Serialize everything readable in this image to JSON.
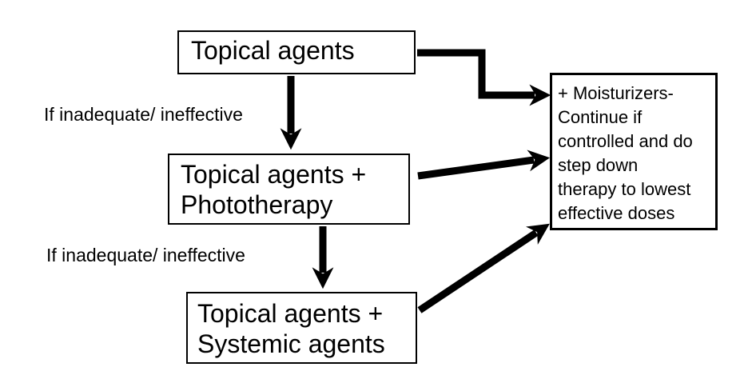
{
  "flowchart": {
    "nodes": {
      "topical": {
        "text": "Topical agents"
      },
      "phototherapy": {
        "lines": [
          "Topical agents +",
          "Phototherapy"
        ]
      },
      "systemic": {
        "lines": [
          "Topical agents +",
          "Systemic agents"
        ]
      },
      "outcome": {
        "lines": [
          "+ Moisturizers-",
          "Continue if",
          "controlled and do",
          "step down",
          "therapy to lowest",
          "effective doses"
        ]
      }
    },
    "edge_labels": [
      {
        "text": "If inadequate/ ineffective"
      },
      {
        "text": "If inadequate/ ineffective"
      }
    ],
    "colors": {
      "background": "#ffffff",
      "stroke": "#000000",
      "text": "#000000"
    }
  }
}
